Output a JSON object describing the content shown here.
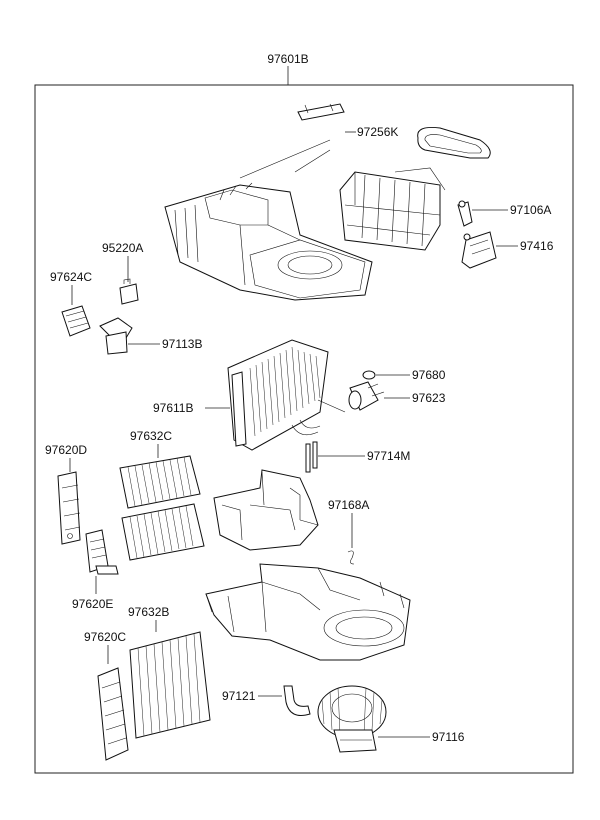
{
  "assembly": {
    "part_no": "97601B"
  },
  "parts": {
    "upper_case": "97256K",
    "actuator": "97106A",
    "actuator_bracket": "97416",
    "resistor": "95220A",
    "resistor_cover": "97624C",
    "bracket": "97113B",
    "o_ring": "97680",
    "expansion_valve": "97623",
    "evaporator": "97611B",
    "pipe": "97714M",
    "filter_cover_d": "97620D",
    "filter_upper": "97632C",
    "clip": "97168A",
    "filter_cover_e": "97620E",
    "filter_lower": "97632B",
    "filter_cover_c": "97620C",
    "drain_hose": "97121",
    "blower_motor": "97116"
  }
}
